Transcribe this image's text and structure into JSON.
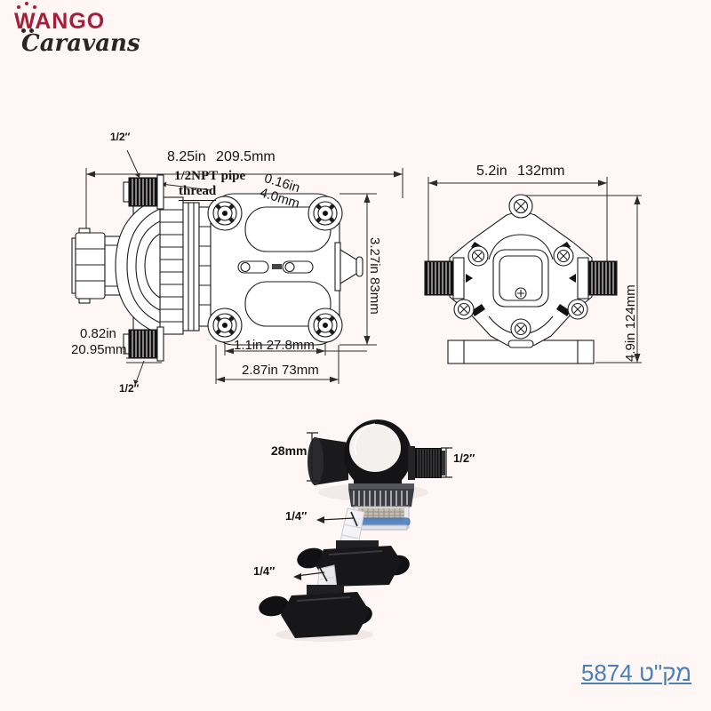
{
  "background_color": "#fff7f6",
  "brand": {
    "line1": "WANGO",
    "line2": "Caravans",
    "color_line1": "#a81e38",
    "color_line2": "#2e2327"
  },
  "side_view": {
    "inlet_size": "1/2″",
    "overall_width": "8.25in 209.5mm",
    "thread_note_line1": "1/2NPT pipe",
    "thread_note_line2": "thread",
    "mount_hole_in": "0.16in",
    "mount_hole_mm": "4.0mm",
    "overall_height": "3.27in 83mm",
    "port_diameter_in": "0.82in",
    "port_diameter_mm": "20.95mm",
    "slot_spacing": "1.1in 27.8mm",
    "foot_spacing": "2.87in 73mm",
    "outlet_size": "1/2″"
  },
  "front_view": {
    "width": "5.2in 132mm",
    "height": "4.9in 124mm"
  },
  "strainer": {
    "inlet_diameter": "28mm",
    "outlet_size": "1/2″",
    "barb_size_top": "1/4″",
    "barb_size_bottom": "1/4″",
    "bowl_ring_color": "#4b80c2"
  },
  "footer": {
    "catalog_label": "מק\"ט 5874",
    "link_color": "#4a80ba"
  }
}
